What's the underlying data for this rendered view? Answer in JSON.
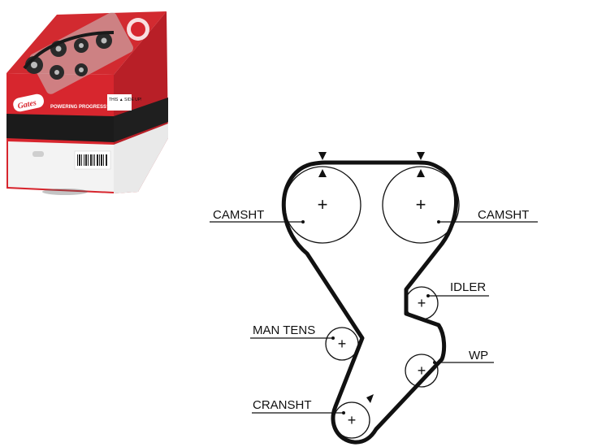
{
  "product_box": {
    "brand_mark": "Gates",
    "slogan": "POWERING PROGRESS™",
    "side_note": "THIS ▲ SIDE UP!",
    "colors": {
      "red": "#d7262e",
      "dark": "#1b1b1b",
      "belt_black": "#111111"
    }
  },
  "diagram": {
    "labels": {
      "camshaft_left": "CAMSHT",
      "camshaft_right": "CAMSHT",
      "idler": "IDLER",
      "man_tens": "MAN TENS",
      "water_pump": "WP",
      "crankshaft": "CRANSHT"
    },
    "pulley_mark": "+"
  }
}
